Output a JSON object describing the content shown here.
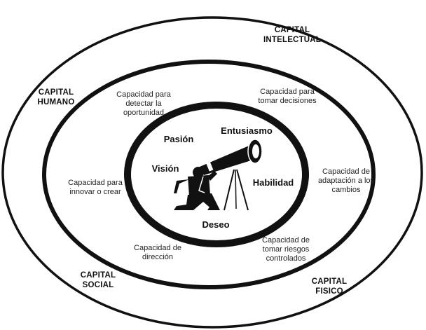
{
  "outer_ring": {
    "capital_intelectual": "CAPITAL\nINTELECTUAL",
    "capital_humano": "CAPITAL\nHUMANO",
    "capital_social": "CAPITAL\nSOCIAL",
    "capital_fisico": "CAPITAL\nFISICO"
  },
  "middle_ring": {
    "detectar": "Capacidad para\ndetectar la\noportunidad",
    "decisiones": "Capacidad para\ntomar decisiones",
    "adaptacion": "Capacidad de\nadaptación a los\ncambios",
    "innovar": "Capacidad para\ninnovar o crear",
    "direccion": "Capacidad de\ndirección",
    "riesgos": "Capacidad de\ntomar riesgos\ncontrolados"
  },
  "core": {
    "pasion": "Pasión",
    "entusiasmo": "Entusiasmo",
    "vision": "Visión",
    "habilidad": "Habilidad",
    "deseo": "Deseo"
  },
  "colors": {
    "stroke": "#111111",
    "background": "#ffffff"
  },
  "icons": {
    "center_figure": "person-with-telescope-icon"
  }
}
